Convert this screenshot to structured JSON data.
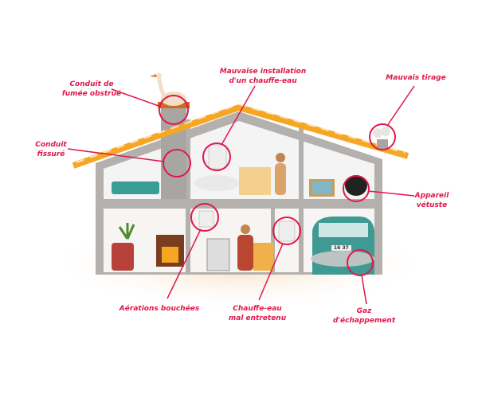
{
  "accent_color": "#e0174a",
  "labels": {
    "chimney_blocked": {
      "line1": "Conduit de",
      "line2": "fumée obstrué"
    },
    "bad_install": {
      "line1": "Mauvaise installation",
      "line2": "d'un chauffe-eau"
    },
    "bad_draft": {
      "line1": "Mauvais tirage"
    },
    "cracked_flue": {
      "line1": "Conduit",
      "line2": "fissuré"
    },
    "old_appliance": {
      "line1": "Appareil",
      "line2": "vétuste"
    },
    "blocked_vents": {
      "line1": "Aérations bouchées"
    },
    "water_heater": {
      "line1": "Chauffe-eau",
      "line2": "mal entretenu"
    },
    "exhaust": {
      "line1": "Gaz",
      "line2": "d'échappement"
    }
  },
  "car_plate": "16 37"
}
